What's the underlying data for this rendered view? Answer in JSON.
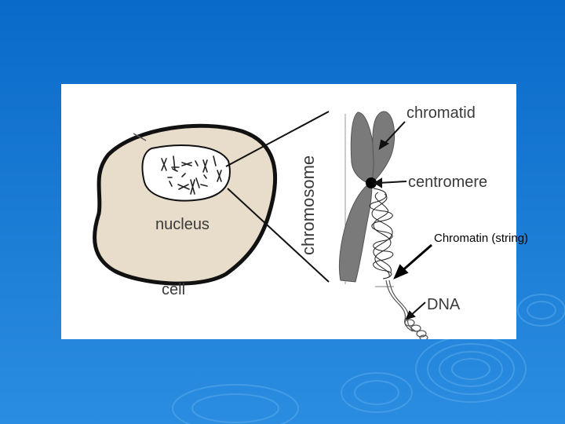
{
  "slide": {
    "background_color": "#1a7ad0",
    "figure_background": "#ffffff"
  },
  "diagram": {
    "labels": {
      "chromatid": "chromatid",
      "centromere": "centromere",
      "chromosome": "chromosome",
      "nucleus": "nucleus",
      "cell": "cell",
      "dna": "DNA"
    },
    "colors": {
      "cytoplasm": "#e8dccb",
      "chromosome_fill": "#7a7a7a",
      "outline": "#111111"
    }
  },
  "callout": {
    "label": "Chromatin (string)"
  }
}
